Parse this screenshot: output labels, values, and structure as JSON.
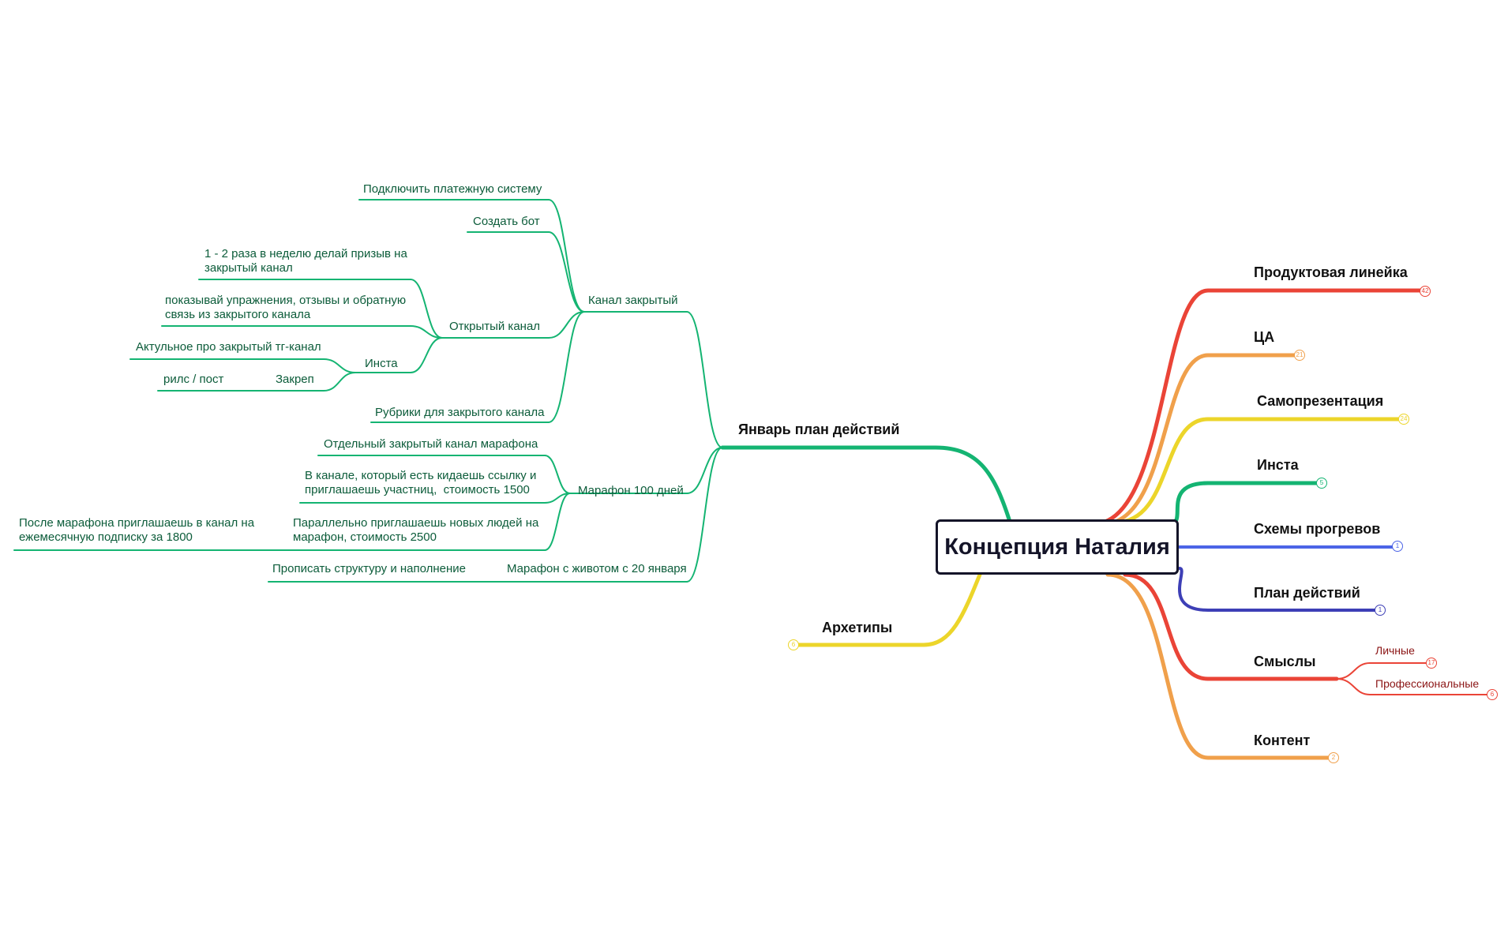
{
  "central": "Концепция Наталия",
  "right_branches": [
    {
      "label": "Продуктовая линейка",
      "color": "#ea4437",
      "count": "42"
    },
    {
      "label": "ЦА",
      "color": "#f0a04b",
      "count": "21"
    },
    {
      "label": "Самопрезентация",
      "color": "#ecd52a",
      "count": "24"
    },
    {
      "label": "Инста",
      "color": "#14b472",
      "count": "5"
    },
    {
      "label": "Схемы прогревов",
      "color": "#4c64e6",
      "count": "1"
    },
    {
      "label": "План действий",
      "color": "#3d3fb6",
      "count": "1"
    },
    {
      "label": "Смыслы",
      "color": "#ea4437",
      "children": [
        {
          "label": "Личные",
          "count": "17"
        },
        {
          "label": "Профессиональные",
          "count": "6"
        }
      ]
    },
    {
      "label": "Контент",
      "color": "#f0a04b",
      "count": "2"
    }
  ],
  "left_branches": [
    {
      "label": "Архетипы",
      "color": "#ecd52a",
      "count": "6"
    },
    {
      "label": "Январь план действий",
      "color": "#14b472"
    }
  ],
  "january": {
    "kanal_zakrytyi": "Канал закрытый",
    "podklyuchit": "Подключить платежную систему",
    "sozdat_bot": "Создать бот",
    "otkrytyi_kanal": "Открытый канал",
    "prizyv": "1 - 2 раза в неделю делай призыв на\nзакрытый канал",
    "pokazyvai": "показывай упражнения, отзывы и обратную\nсвязь из закрытого канала",
    "insta": "Инста",
    "aktualnoe": "Актульное про закрытый тг-канал",
    "zakrep": "Закреп",
    "rils": "рилс / пост",
    "rubriki": "Рубрики для закрытого канала",
    "marafon100": "Марафон 100 дней",
    "otdelnyi": "Отдельный закрытый канал марафона",
    "v_kanale": "В канале, который есть кидаешь ссылку и\nприглашаешь участниц,  стоимость 1500",
    "parallelno": "Параллельно приглашаешь новых людей на\nмарафон, стоимость 2500",
    "posle": "После марафона приглашаешь в канал на\nежемесячную подписку за 1800",
    "marafon_zhivot": "Марафон с животом с 20 января",
    "propisat": "Прописать структуру и наполнение"
  },
  "colors": {
    "dark_line": "#141428",
    "green_text": "#0c5c3a",
    "red_text": "#8b1515"
  }
}
